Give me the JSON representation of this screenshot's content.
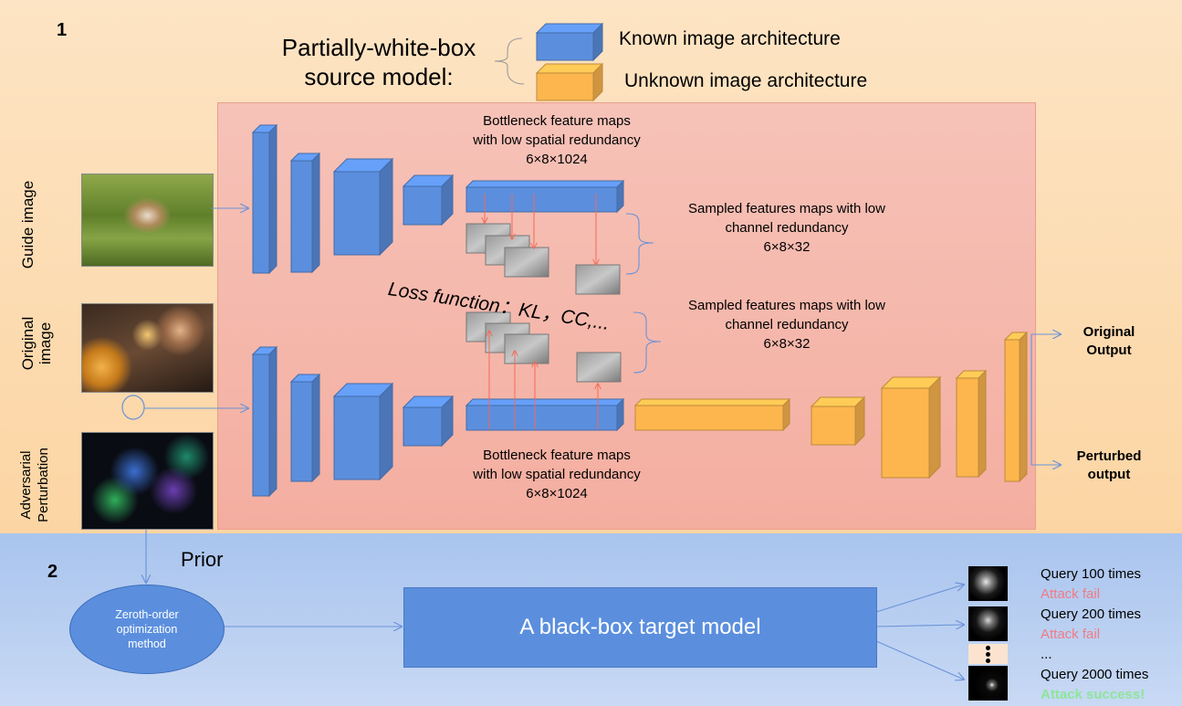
{
  "panel1": {
    "number": "1"
  },
  "panel2": {
    "number": "2"
  },
  "legend": {
    "title_line1": "Partially-white-box",
    "title_line2": "source model:",
    "known": "Known image architecture",
    "unknown": "Unknown image architecture"
  },
  "images": {
    "guide": "Guide image",
    "original": "Original image",
    "perturbation": "Adversarial Perturbation"
  },
  "bottleneck_top": [
    "Bottleneck feature maps",
    "with low spatial redundancy",
    "6×8×1024"
  ],
  "bottleneck_bottom": [
    "Bottleneck feature maps",
    "with low spatial redundancy",
    "6×8×1024"
  ],
  "sampled_top": [
    "Sampled features maps with low",
    "channel redundancy",
    "6×8×32"
  ],
  "sampled_bottom": [
    "Sampled features maps with low",
    "channel redundancy",
    "6×8×32"
  ],
  "loss": "Loss function：KL，CC,...",
  "outputs": {
    "original": [
      "Original",
      "Output"
    ],
    "perturbed": [
      "Perturbed",
      "output"
    ]
  },
  "prior": "Prior",
  "zeroth": [
    "Zeroth-order",
    "optimization",
    "method"
  ],
  "target": "A black-box target model",
  "queries": [
    {
      "q": "Query 100 times",
      "r": "Attack fail"
    },
    {
      "q": "Query 200 times",
      "r": "Attack fail"
    },
    {
      "q": "...",
      "r": ""
    },
    {
      "q": "Query 2000 times",
      "r": "Attack success!"
    }
  ],
  "colors": {
    "known_block": "#5b8fde",
    "unknown_block": "#fdb64e",
    "arrow": "#6a93d8",
    "red_arrow": "#f26a5a",
    "fail": "#f07b85",
    "success": "#8ee59a"
  }
}
